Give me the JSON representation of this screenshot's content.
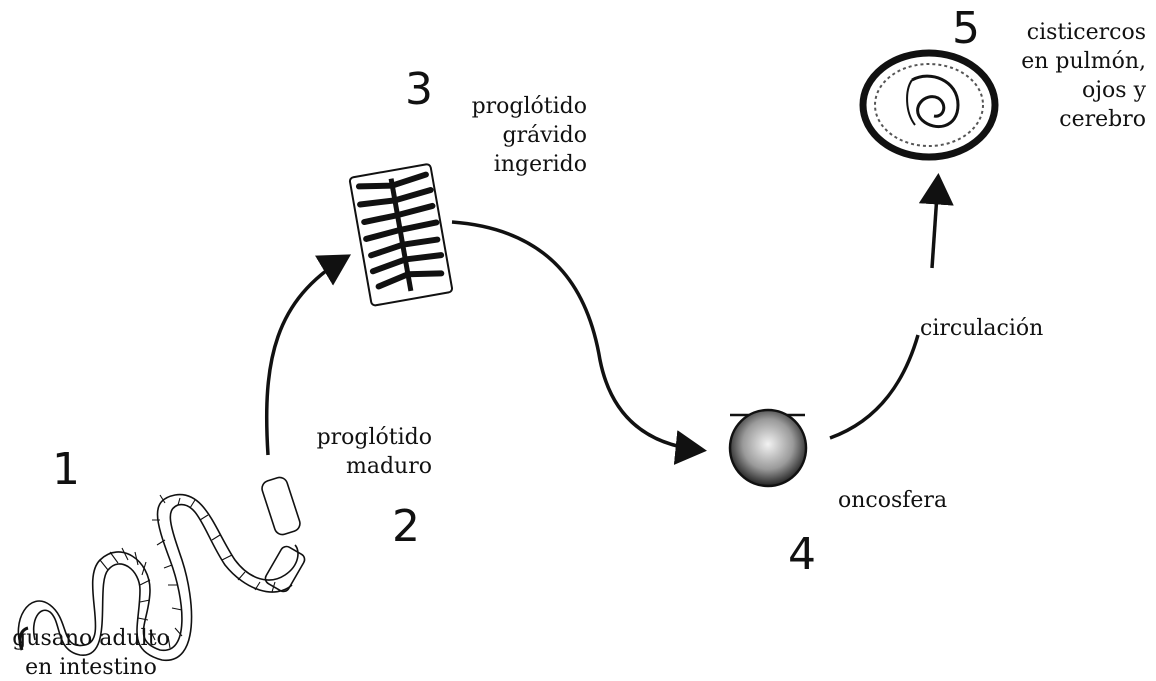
{
  "stages": [
    {
      "number": "1",
      "caption": [
        "gusano adulto",
        "en intestino"
      ]
    },
    {
      "number": "2",
      "caption": [
        "proglótido",
        "maduro"
      ]
    },
    {
      "number": "3",
      "caption": [
        "proglótido",
        "grávido",
        "ingerido"
      ]
    },
    {
      "number": "4",
      "caption": [
        "oncosfera"
      ]
    },
    {
      "number": "5",
      "caption": [
        "cisticercos",
        "en pulmón,",
        "ojos y",
        "cerebro"
      ]
    }
  ],
  "transitions": [
    {
      "from": "2",
      "to": "3",
      "label": ""
    },
    {
      "from": "3",
      "to": "4",
      "label": ""
    },
    {
      "from": "4",
      "to": "5",
      "label": "circulación"
    }
  ],
  "colors": {
    "ink": "#111111",
    "background": "#ffffff"
  }
}
